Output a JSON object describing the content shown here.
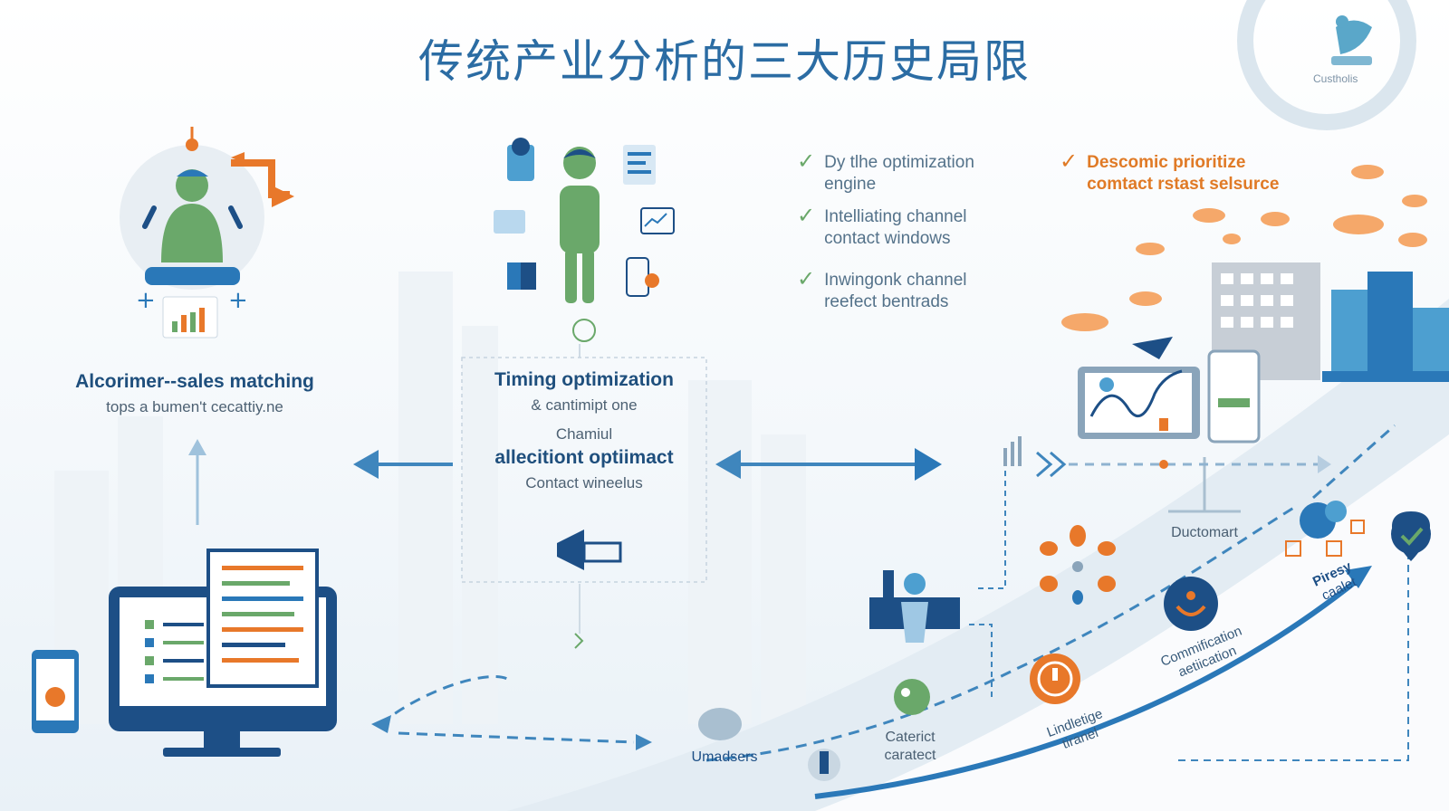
{
  "title": "传统产业分析的三大历史局限",
  "logo": {
    "icon": "bird-logo-icon",
    "text": "Custholis"
  },
  "left_card": {
    "title": "Alcorimer--sales matching",
    "subtitle": "tops a bumen't cecattiy.ne"
  },
  "center_card": {
    "title": "Timing optimization",
    "line2": "& cantimipt one",
    "line3": "Chamiul",
    "line4": "allecitiont optiimact",
    "line5": "Contact wineelus"
  },
  "checklist_left": [
    {
      "line1": "Dy tlhe optimization",
      "line2": "engine"
    },
    {
      "line1": "Intelliating channel",
      "line2": "contact windows"
    },
    {
      "line1": "Inwingonk channel",
      "line2": "reefect bentrads"
    }
  ],
  "checklist_right": [
    {
      "line1": "Descomic prioritize",
      "line2": "comtact rstast selsurce"
    }
  ],
  "flow_labels": {
    "ductomart": "Ductomart",
    "umadsers": "Umadsers",
    "caterict_1": "Caterict",
    "caterict_2": "caratect",
    "lindletige_1": "Lindletige",
    "lindletige_2": "tiranel",
    "commification_1": "Commification",
    "commification_2": "aetiication",
    "piresy_1": "Piresy",
    "piresy_2": "caalet"
  },
  "colors": {
    "title": "#2b6ca3",
    "accent_orange": "#e8782a",
    "accent_blue": "#2a78b8",
    "accent_green": "#6aa86a",
    "navy": "#1d4f86"
  }
}
